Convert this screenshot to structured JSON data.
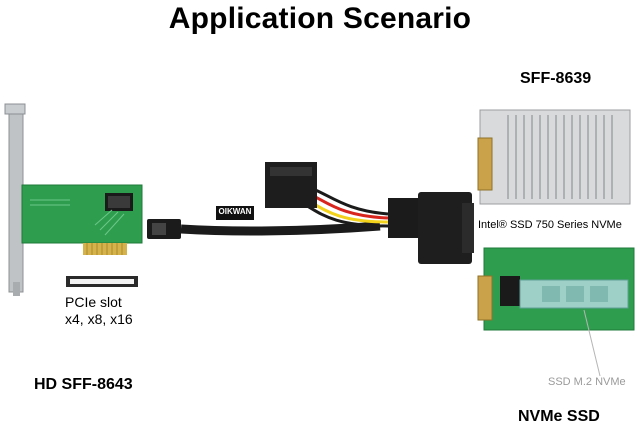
{
  "title": "Application Scenario",
  "labels": {
    "sff8639": "SFF-8639",
    "intel_ssd": "Intel® SSD 750 Series NVMe",
    "pcie_slot_line1": "PCIe slot",
    "pcie_slot_line2": "x4, x8, x16",
    "hd_sff8643": "HD SFF-8643",
    "nvme_ssd": "NVMe SSD",
    "ssd_m2": "SSD M.2 NVMe",
    "brand": "OIKWAN"
  },
  "colors": {
    "pcb_green": "#2e9e4e",
    "bracket_grey": "#bfc3c6",
    "cable_black": "#1b1b1b",
    "wire_yellow": "#f2d21b",
    "wire_red": "#d8261f",
    "ssd_silver": "#d9dadb",
    "m2_blue": "#9fd0c8"
  }
}
